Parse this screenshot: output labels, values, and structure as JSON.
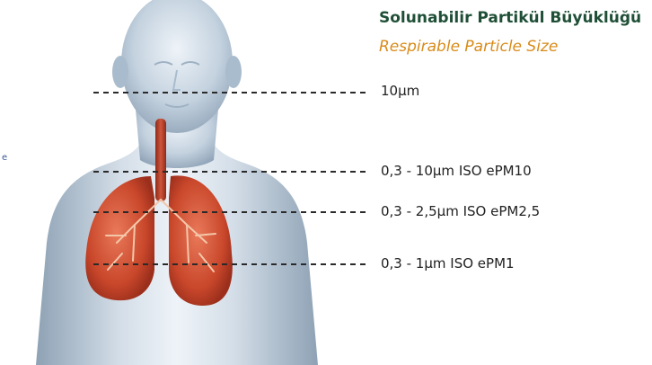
{
  "header": {
    "title_tr": "Solunabilir Partikül Büyüklüğü",
    "title_en": "Respirable Particle Size"
  },
  "colors": {
    "title_tr": "#1f4f36",
    "title_en": "#d98b1a",
    "lung": "#c94a2c",
    "body": "#b9c8d6",
    "dash": "#2a2a2a"
  },
  "levels": [
    {
      "label": "10µm"
    },
    {
      "label": "0,3 - 10µm ISO ePM10"
    },
    {
      "label": "0,3 - 2,5µm ISO ePM2,5"
    },
    {
      "label": "0,3 - 1µm ISO ePM1"
    }
  ],
  "edge_text": "e"
}
